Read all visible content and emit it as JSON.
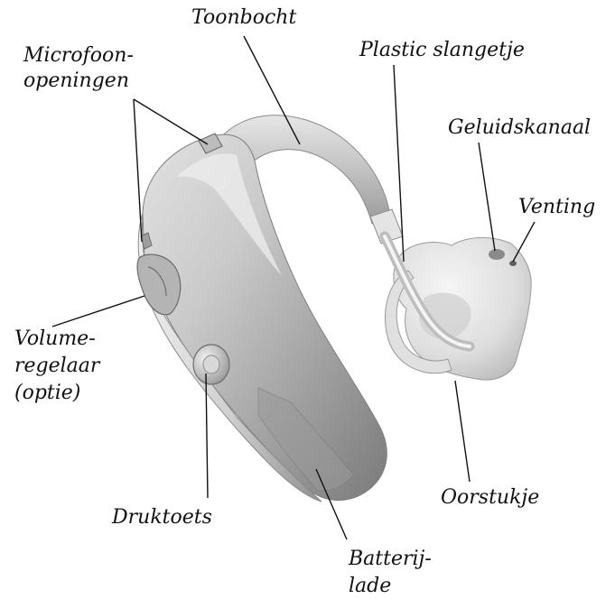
{
  "labels": {
    "toonbocht": "Toonbocht",
    "microfoon_line1": "Microfoon-",
    "microfoon_line2": "openingen",
    "plastic_slangetje": "Plastic slangetje",
    "geluidskanaal": "Geluidskanaal",
    "venting": "Venting",
    "volume_line1": "Volume-",
    "volume_line2": "regelaar",
    "volume_line3": "(optie)",
    "oorstukje": "Oorstukje",
    "druktoets": "Druktoets",
    "batterij_line1": "Batterij-",
    "batterij_line2": "lade"
  },
  "colors": {
    "body_light": "#dcdcdc",
    "body_mid": "#a8a8a8",
    "body_dark": "#777777",
    "earmold_light": "#ededed",
    "earmold_shade": "#c4c4c4",
    "text": "#111111"
  }
}
